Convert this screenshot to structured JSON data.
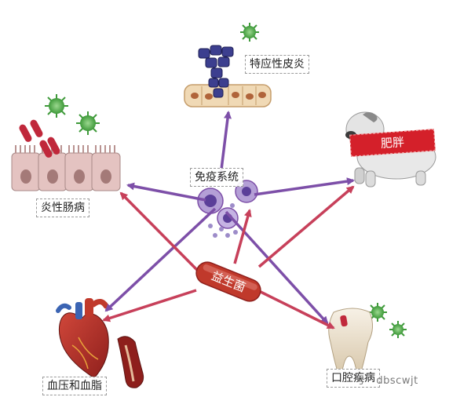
{
  "nodes": {
    "atopic_dermatitis": "特应性皮炎",
    "obesity": "肥胖",
    "ibd": "炎性肠病",
    "immune_system": "免疫系统",
    "probiotics": "益生菌",
    "blood_pressure_lipids": "血压和血脂",
    "oral_disease": "口腔疾病"
  },
  "watermark": "号 · dbscwjt",
  "colors": {
    "immune_arrow": "#7d4fa8",
    "probiotic_arrow": "#c7405a",
    "probiotic_capsule": "#c0392b",
    "virus": "#3f9a3a",
    "obesity_band": "#d4202a"
  },
  "edges": [
    {
      "from": "immune_system",
      "to": "atopic_dermatitis",
      "color": "immune"
    },
    {
      "from": "immune_system",
      "to": "ibd",
      "color": "immune"
    },
    {
      "from": "immune_system",
      "to": "obesity",
      "color": "immune"
    },
    {
      "from": "immune_system",
      "to": "blood_pressure_lipids",
      "color": "immune"
    },
    {
      "from": "immune_system",
      "to": "oral_disease",
      "color": "immune"
    },
    {
      "from": "probiotics",
      "to": "immune_system",
      "color": "probiotic"
    },
    {
      "from": "probiotics",
      "to": "obesity",
      "color": "probiotic"
    },
    {
      "from": "probiotics",
      "to": "ibd",
      "color": "probiotic"
    },
    {
      "from": "probiotics",
      "to": "blood_pressure_lipids",
      "color": "probiotic"
    },
    {
      "from": "probiotics",
      "to": "oral_disease",
      "color": "probiotic"
    }
  ]
}
